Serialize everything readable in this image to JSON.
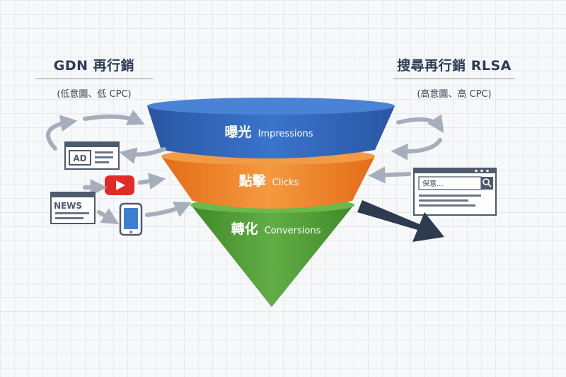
{
  "left": {
    "title": "GDN 再行銷",
    "subtitle": "(低意圖、低 CPC)",
    "ad_label": "AD",
    "news_label": "NEWS"
  },
  "right": {
    "title": "搜尋再行銷 RLSA",
    "subtitle": "(高意圖、高 CPC)",
    "search_placeholder": "保意..."
  },
  "funnel": {
    "impressions": {
      "cn": "曝光",
      "en": "Impressions",
      "color": "#2f63b8"
    },
    "clicks": {
      "cn": "點擊",
      "en": "Clicks",
      "color": "#ee7a25"
    },
    "conversions": {
      "cn": "轉化",
      "en": "Conversions",
      "color": "#4f9a35"
    }
  },
  "icons": [
    "cycle-arrows-icon",
    "ad-window-icon",
    "youtube-icon",
    "news-page-icon",
    "phone-icon",
    "search-window-icon",
    "big-arrow-icon"
  ]
}
